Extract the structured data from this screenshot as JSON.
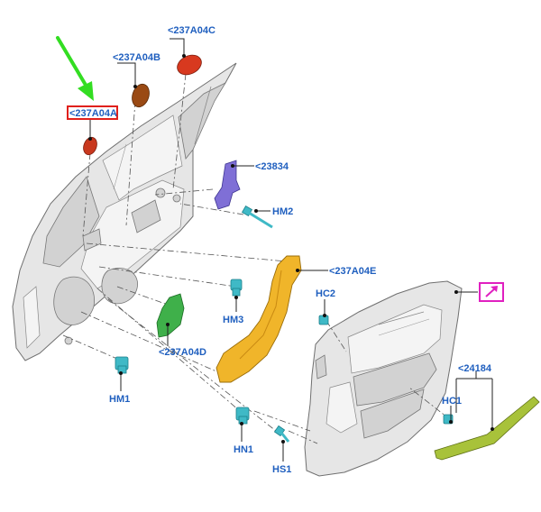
{
  "labels": {
    "c": "<237A04C",
    "b": "<237A04B",
    "a": "<237A04A",
    "p23834": "<23834",
    "hm2": "HM2",
    "e": "<237A04E",
    "hc2": "HC2",
    "hm3": "HM3",
    "d": "<237A04D",
    "hm1": "HM1",
    "hn1": "HN1",
    "hs1": "HS1",
    "p24184": "<24184",
    "hc1": "HC1"
  },
  "colors": {
    "label_text": "#1f5fbf",
    "highlight_box": "#e0201c",
    "reference_box": "#e020c0",
    "pointer_arrow": "#33dd22",
    "seal_a": "#c8381e",
    "seal_b": "#9a4a14",
    "seal_c": "#d8391f",
    "bracket_23834": "#7f6fd6",
    "seal_d": "#3fb04a",
    "seal_e": "#f0b52a",
    "trim_24184": "#a8c23a",
    "clips": "#3fb9c6"
  },
  "icons": {
    "reference": "external-link-arrow-icon",
    "pointer": "green-pointer-arrow-icon"
  }
}
